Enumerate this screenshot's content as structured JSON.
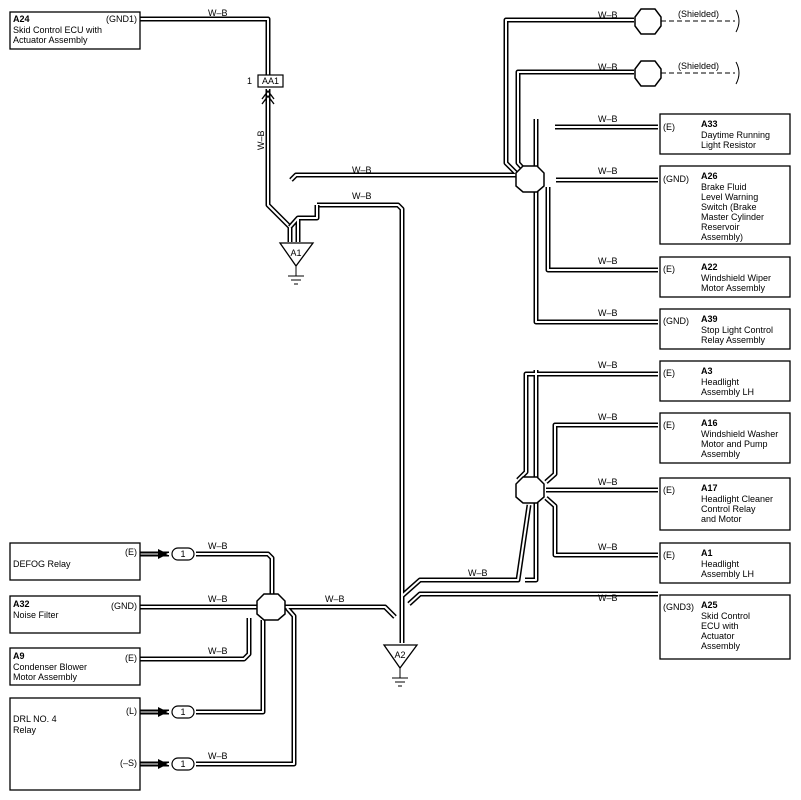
{
  "wire_color": "W–B",
  "shielded_label": "(Shielded)",
  "left_components": {
    "a24": {
      "code": "A24",
      "name_1": "Skid Control ECU with",
      "name_2": "Actuator Assembly",
      "pin": "(GND1)"
    },
    "defog": {
      "name": "DEFOG Relay",
      "pin": "(E)"
    },
    "a32": {
      "code": "A32",
      "name": "Noise Filter",
      "pin": "(GND)"
    },
    "a9": {
      "code": "A9",
      "name_1": "Condenser Blower",
      "name_2": "Motor Assembly",
      "pin": "(E)"
    },
    "drl": {
      "name_1": "DRL NO. 4",
      "name_2": "Relay",
      "pin_l": "(L)",
      "pin_s": "(–S)"
    }
  },
  "right_components": {
    "a33": {
      "code": "A33",
      "name_1": "Daytime Running",
      "name_2": "Light Resistor",
      "pin": "(E)"
    },
    "a26": {
      "code": "A26",
      "name_1": "Brake Fluid",
      "name_2": "Level Warning",
      "name_3": "Switch (Brake",
      "name_4": "Master Cylinder",
      "name_5": "Reservoir",
      "name_6": "Assembly)",
      "pin": "(GND)"
    },
    "a22": {
      "code": "A22",
      "name_1": "Windshield Wiper",
      "name_2": "Motor Assembly",
      "pin": "(E)"
    },
    "a39": {
      "code": "A39",
      "name_1": "Stop Light Control",
      "name_2": "Relay Assembly",
      "pin": "(GND)"
    },
    "a3": {
      "code": "A3",
      "name_1": "Headlight",
      "name_2": "Assembly LH",
      "pin": "(E)"
    },
    "a16": {
      "code": "A16",
      "name_1": "Windshield Washer",
      "name_2": "Motor and Pump",
      "name_3": "Assembly",
      "pin": "(E)"
    },
    "a17": {
      "code": "A17",
      "name_1": "Headlight Cleaner",
      "name_2": "Control Relay",
      "name_3": "and Motor",
      "pin": "(E)"
    },
    "a1": {
      "code": "A1",
      "name_1": "Headlight",
      "name_2": "Assembly LH",
      "pin": "(E)"
    },
    "a25": {
      "code": "A25",
      "name_1": "Skid Control",
      "name_2": "ECU with",
      "name_3": "Actuator",
      "name_4": "Assembly",
      "pin": "(GND3)"
    }
  },
  "connector": {
    "pin": "1",
    "code": "AA1"
  },
  "grounds": {
    "g1": "A1",
    "g2": "A2"
  },
  "splice_pin": "1"
}
